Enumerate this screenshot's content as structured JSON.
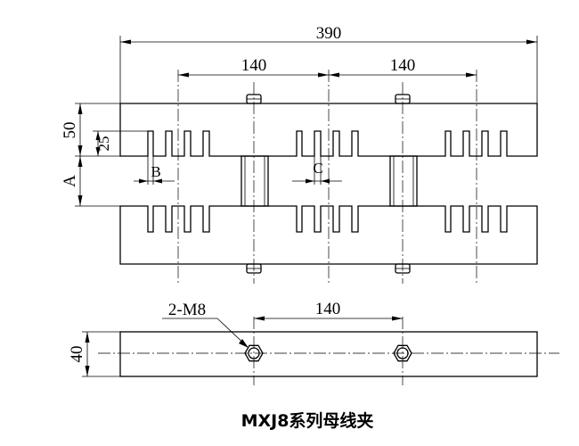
{
  "title": "MXJ8系列母线夹",
  "dimensions": {
    "overall_width": "390",
    "spacing_left": "140",
    "spacing_right": "140",
    "bar_height": "50",
    "slot_depth": "25",
    "gap": "A",
    "slot_width": "B",
    "slot_gap": "C",
    "bottom_spacing": "140",
    "bottom_height": "40",
    "bolt_callout": "2-M8"
  }
}
